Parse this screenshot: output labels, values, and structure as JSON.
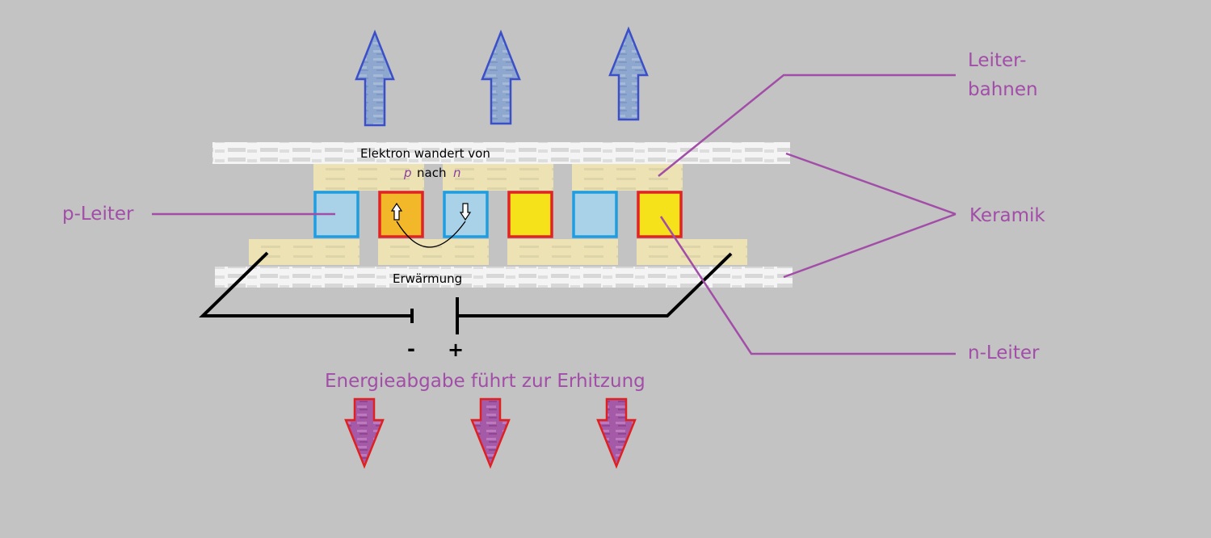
{
  "labels": {
    "leiterbahnen_line1": "Leiter-",
    "leiterbahnen_line2": "bahnen",
    "keramik": "Keramik",
    "p_leiter": "p-Leiter",
    "n_leiter": "n-Leiter",
    "top_plate_text": "Elektron wandert von",
    "p_letter": "p",
    "nach": "nach",
    "n_letter": "n",
    "bottom_plate_text": "Erwärmung",
    "minus": "-",
    "plus": "+",
    "energy_text": "Energieabgabe führt zur Erhitzung"
  },
  "colors": {
    "background": "#c3c3c3",
    "label_purple": "#a24ea8",
    "p_conductor_border": "#1c9ee0",
    "p_conductor_fill": "#a9d2e8",
    "n_conductor_border": "#e12323",
    "n_conductor_fill_yellow": "#f5e21a",
    "n_conductor_fill_orange": "#f2b82a",
    "trace_fill": "#e9dfb0",
    "ceramic_fill": "#f4f4f4",
    "up_arrow_border": "#3b4fc8",
    "up_arrow_fill": "#8ea7cf",
    "down_arrow_border": "#e02020",
    "down_arrow_fill": "#a45aa6"
  },
  "icons": {
    "up_arrow": "arrow-up-icon",
    "down_arrow": "arrow-down-icon",
    "battery": "battery-symbol"
  }
}
